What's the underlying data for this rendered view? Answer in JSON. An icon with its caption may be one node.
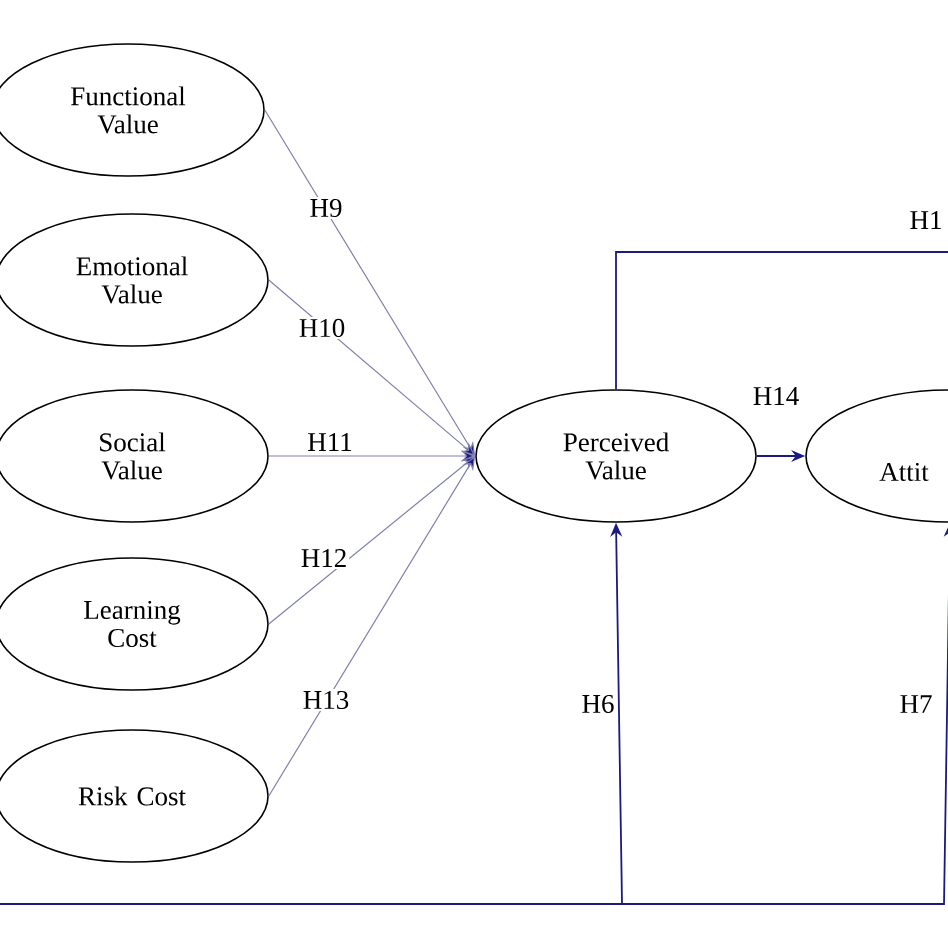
{
  "diagram": {
    "nodes": [
      {
        "text": [
          "Functional Value"
        ]
      },
      {
        "text": [
          "Emotional Value"
        ]
      },
      {
        "text": [
          "Social Value"
        ]
      },
      {
        "text": [
          "Learning Cost"
        ]
      },
      {
        "text": [
          "Risk Cost"
        ]
      },
      {
        "text": [
          "Perceived Value"
        ]
      },
      {
        "text": [
          "Attit"
        ]
      }
    ],
    "edges": [
      {
        "from": 0,
        "to": 5,
        "arrow": "to",
        "label": "H9"
      },
      {
        "from": 1,
        "to": 5,
        "arrow": "to",
        "label": "H10"
      },
      {
        "from": 2,
        "to": 5,
        "arrow": "to",
        "label": "H11"
      },
      {
        "from": 3,
        "to": 5,
        "arrow": "to",
        "label": "H12"
      },
      {
        "from": 4,
        "to": 5,
        "arrow": "to",
        "label": "H13"
      },
      {
        "from": 5,
        "to": 6,
        "arrow": "to",
        "label": "H14",
        "color": "#1a1a80"
      },
      {
        "from": 5,
        "to": null,
        "arrow": "none",
        "label": "H1",
        "color": "#1a1a80"
      },
      {
        "from": null,
        "to": 5,
        "arrow": "to",
        "label": "H6",
        "color": "#1a1a80"
      },
      {
        "from": null,
        "to": 6,
        "arrow": "to",
        "label": "H7",
        "color": "#1a1a80"
      }
    ]
  }
}
